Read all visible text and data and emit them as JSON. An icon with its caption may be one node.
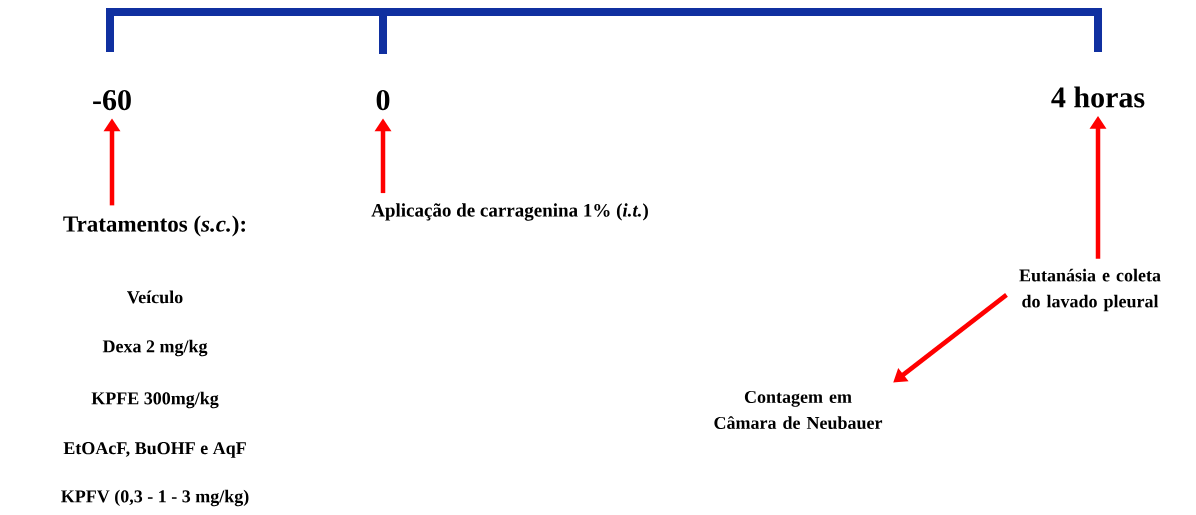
{
  "diagram": {
    "nodes": [
      {
        "text": [
          "-60"
        ]
      },
      {
        "text": [
          "0"
        ]
      },
      {
        "text": [
          "4 horas"
        ]
      },
      {
        "text": [
          "Tratamentos (*s.c.*):"
        ]
      },
      {
        "text": [
          "Aplicação de carragenina 1% (*i.t.*)"
        ]
      },
      {
        "text": [
          "Eutanásia e coleta do lavado pleural"
        ]
      },
      {
        "text": [
          "Contagem em Câmara de Neubauer"
        ]
      }
    ],
    "edges": [
      {
        "from": 3,
        "to": 0,
        "arrow": "to"
      },
      {
        "from": 4,
        "to": 1,
        "arrow": "to"
      },
      {
        "from": 5,
        "to": 2,
        "arrow": "to"
      },
      {
        "from": 5,
        "to": 6,
        "arrow": "to"
      }
    ],
    "labels": [
      "Veículo",
      "Dexa 2 mg/kg",
      "KPFE 300mg/kg",
      "EtOAcF, BuOHF e AqF",
      "KPFV (0,3 - 1 - 3 mg/kg)"
    ]
  }
}
